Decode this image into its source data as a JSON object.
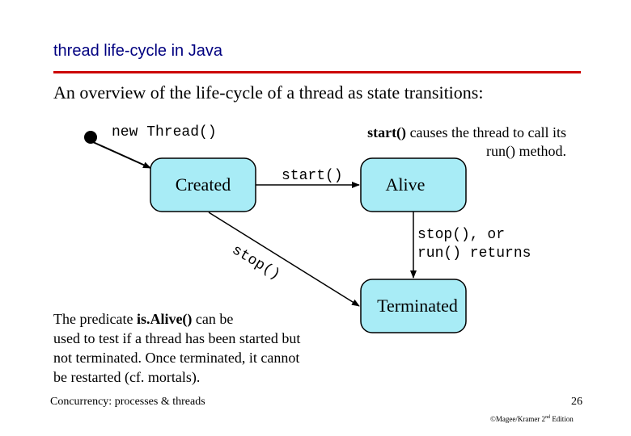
{
  "header": {
    "title": "thread life-cycle in Java",
    "subtitle": "An overview of the life-cycle of a thread as state transitions:"
  },
  "diagram": {
    "states": [
      {
        "id": "created",
        "label": "Created"
      },
      {
        "id": "alive",
        "label": "Alive"
      },
      {
        "id": "terminated",
        "label": "Terminated"
      }
    ],
    "transitions": {
      "new_thread": "new Thread()",
      "start": "start()",
      "stop_line1": "stop(), or",
      "stop_line2": "run() returns"
    },
    "created_stop_chars": [
      "s",
      "t",
      "o",
      "p",
      "(",
      ")"
    ],
    "start_note": {
      "bold": "start()",
      "line1_rest": " causes the thread to call its",
      "line2": "run() method."
    },
    "predicate_note": {
      "pre": "The predicate ",
      "bold": "is.Alive()",
      "line1_post": " can be",
      "line2": "used to test if a thread has been started but",
      "line3": "not terminated. Once terminated, it cannot",
      "line4": "be restarted (cf. mortals)."
    },
    "colors": {
      "state_fill": "#a8ecf6",
      "state_border": "#000000",
      "title": "#000080",
      "rule": "#cc0000"
    }
  },
  "footer": {
    "left": "Concurrency: processes & threads",
    "page_number": "26",
    "copyright_prefix": "©Magee/Kramer 2",
    "copyright_sup": "nd",
    "copyright_suffix": " Edition"
  }
}
